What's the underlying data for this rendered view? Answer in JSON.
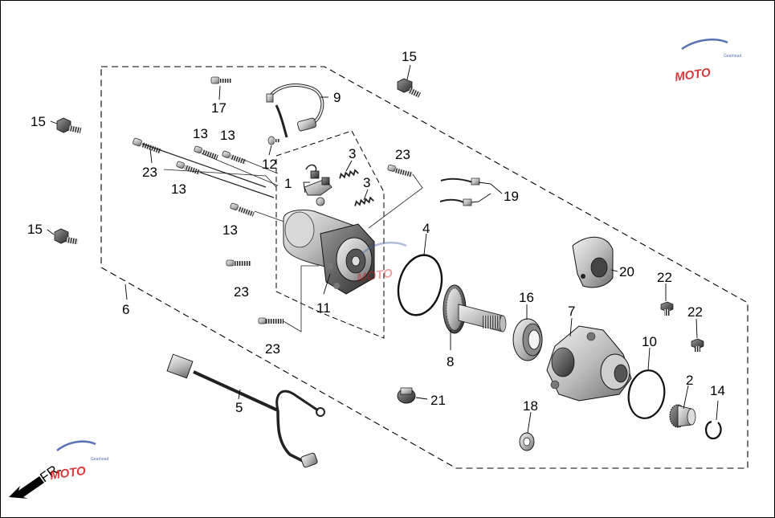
{
  "watermark": {
    "brand": "MOTO",
    "sub": "Gearhead",
    "brand_color": "#d01818",
    "accent_color": "#3b5aa8"
  },
  "direction": {
    "label": "FR."
  },
  "callouts": [
    "1",
    "2",
    "3",
    "3",
    "4",
    "5",
    "6",
    "7",
    "8",
    "9",
    "10",
    "11",
    "12",
    "13",
    "13",
    "13",
    "13",
    "14",
    "15",
    "15",
    "15",
    "16",
    "17",
    "18",
    "19",
    "20",
    "21",
    "22",
    "22",
    "23",
    "23",
    "23",
    "23"
  ]
}
